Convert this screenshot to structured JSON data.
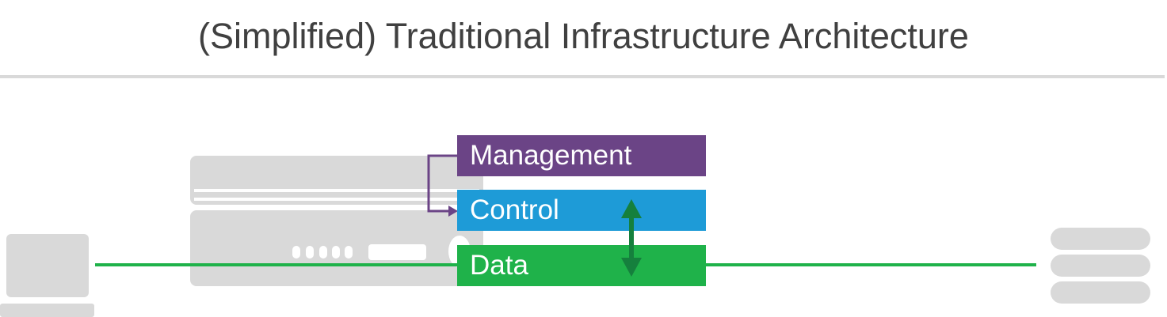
{
  "title": "(Simplified) Traditional Infrastructure Architecture",
  "layers": {
    "management": {
      "label": "Management",
      "color": "#6b4486"
    },
    "control": {
      "label": "Control",
      "color": "#1e9bd7"
    },
    "data": {
      "label": "Data",
      "color": "#1fb24a"
    }
  },
  "colors": {
    "device_gray": "#d9d9d9",
    "line_green": "#1fb24a",
    "arrow_dark_green": "#15803d",
    "management_arrow": "#6b4486"
  },
  "icons": {
    "client": "laptop-icon",
    "network_device": "router-device-icon",
    "server": "database-stack-icon"
  }
}
